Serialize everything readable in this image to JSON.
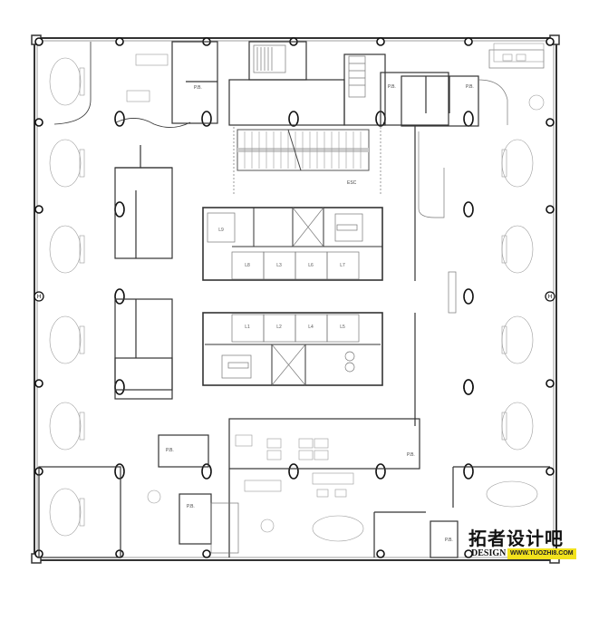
{
  "drawing": {
    "type": "architectural floor plan",
    "background": "#ffffff",
    "line_color": "#333333"
  },
  "labels": {
    "restroom_tag": "P.B.",
    "elevators_top": [
      "L9",
      "L8",
      "L3",
      "L6",
      "L7"
    ],
    "elevators_bottom": [
      "L1",
      "L2",
      "L4",
      "L5"
    ],
    "escalator_note": "ESC"
  },
  "watermark": {
    "cn_text": "拓者设计吧",
    "design_text": "DESIGN",
    "url_text": "WWW.TUOZHI8.COM",
    "url_bg": "#f2e21c"
  }
}
